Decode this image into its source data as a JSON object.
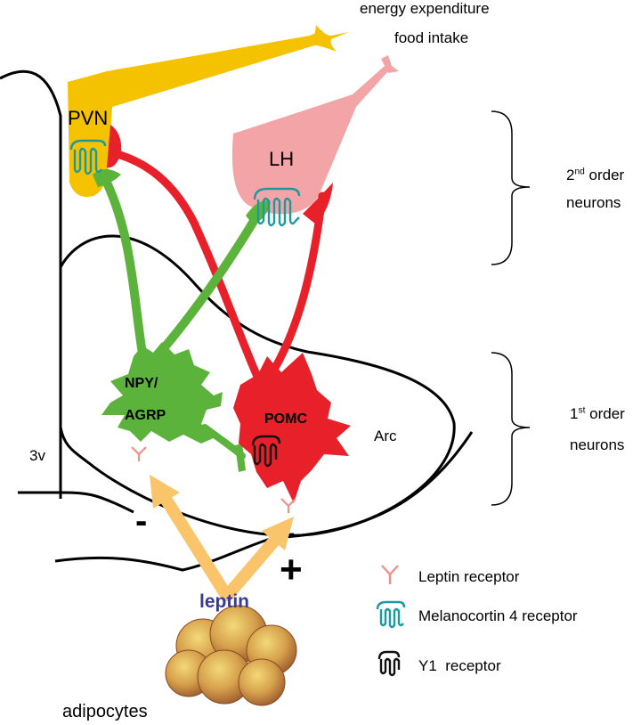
{
  "outputs": {
    "energy_expenditure": "energy expenditure",
    "food_intake": "food intake"
  },
  "regions": {
    "pvn": "PVN",
    "lh": "LH",
    "arc": "Arc",
    "third_ventricle": "3v"
  },
  "neurons": {
    "npy_line1": "NPY/",
    "npy_line2": "AGRP",
    "pomc": "POMC"
  },
  "groups": {
    "second_order": {
      "number": "2",
      "suffix": "nd",
      "word": " order",
      "line2": "neurons"
    },
    "first_order": {
      "number": "1",
      "suffix": "st",
      "word": " order",
      "line2": "neurons"
    }
  },
  "signs": {
    "minus": "-",
    "plus": "+"
  },
  "hormone": {
    "label": "leptin",
    "color": "#3a3a9a"
  },
  "source": {
    "label": "adipocytes"
  },
  "legend": {
    "leptin_receptor": "Leptin receptor",
    "mc4_receptor": "Melanocortin 4 receptor",
    "y1_receptor": "Y1  receptor"
  },
  "colors": {
    "pvn": "#f5c200",
    "lh": "#f2a4a6",
    "npy_agrp": "#5cb33c",
    "pomc": "#e8202a",
    "mc4r": "#1a9aa0",
    "leptin_receptor": "#f0908c",
    "leptin_arrow": "#f9c46a"
  }
}
